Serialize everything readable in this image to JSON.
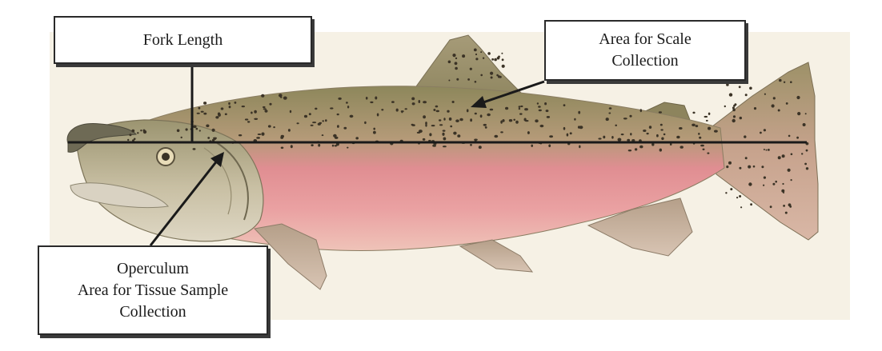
{
  "diagram": {
    "labels": {
      "fork_length": "Fork Length",
      "scale_area_line1": "Area for Scale",
      "scale_area_line2": "Collection",
      "tissue_line1": "Operculum",
      "tissue_line2": "Area for Tissue Sample",
      "tissue_line3": "Collection"
    },
    "colors": {
      "background": "#f6f1e6",
      "fish_back": "#8f8a5e",
      "fish_belly": "#e7a0a0",
      "spots": "#3b3326",
      "lines": "#1a1a1a",
      "box_border": "#2a2a2a"
    }
  }
}
